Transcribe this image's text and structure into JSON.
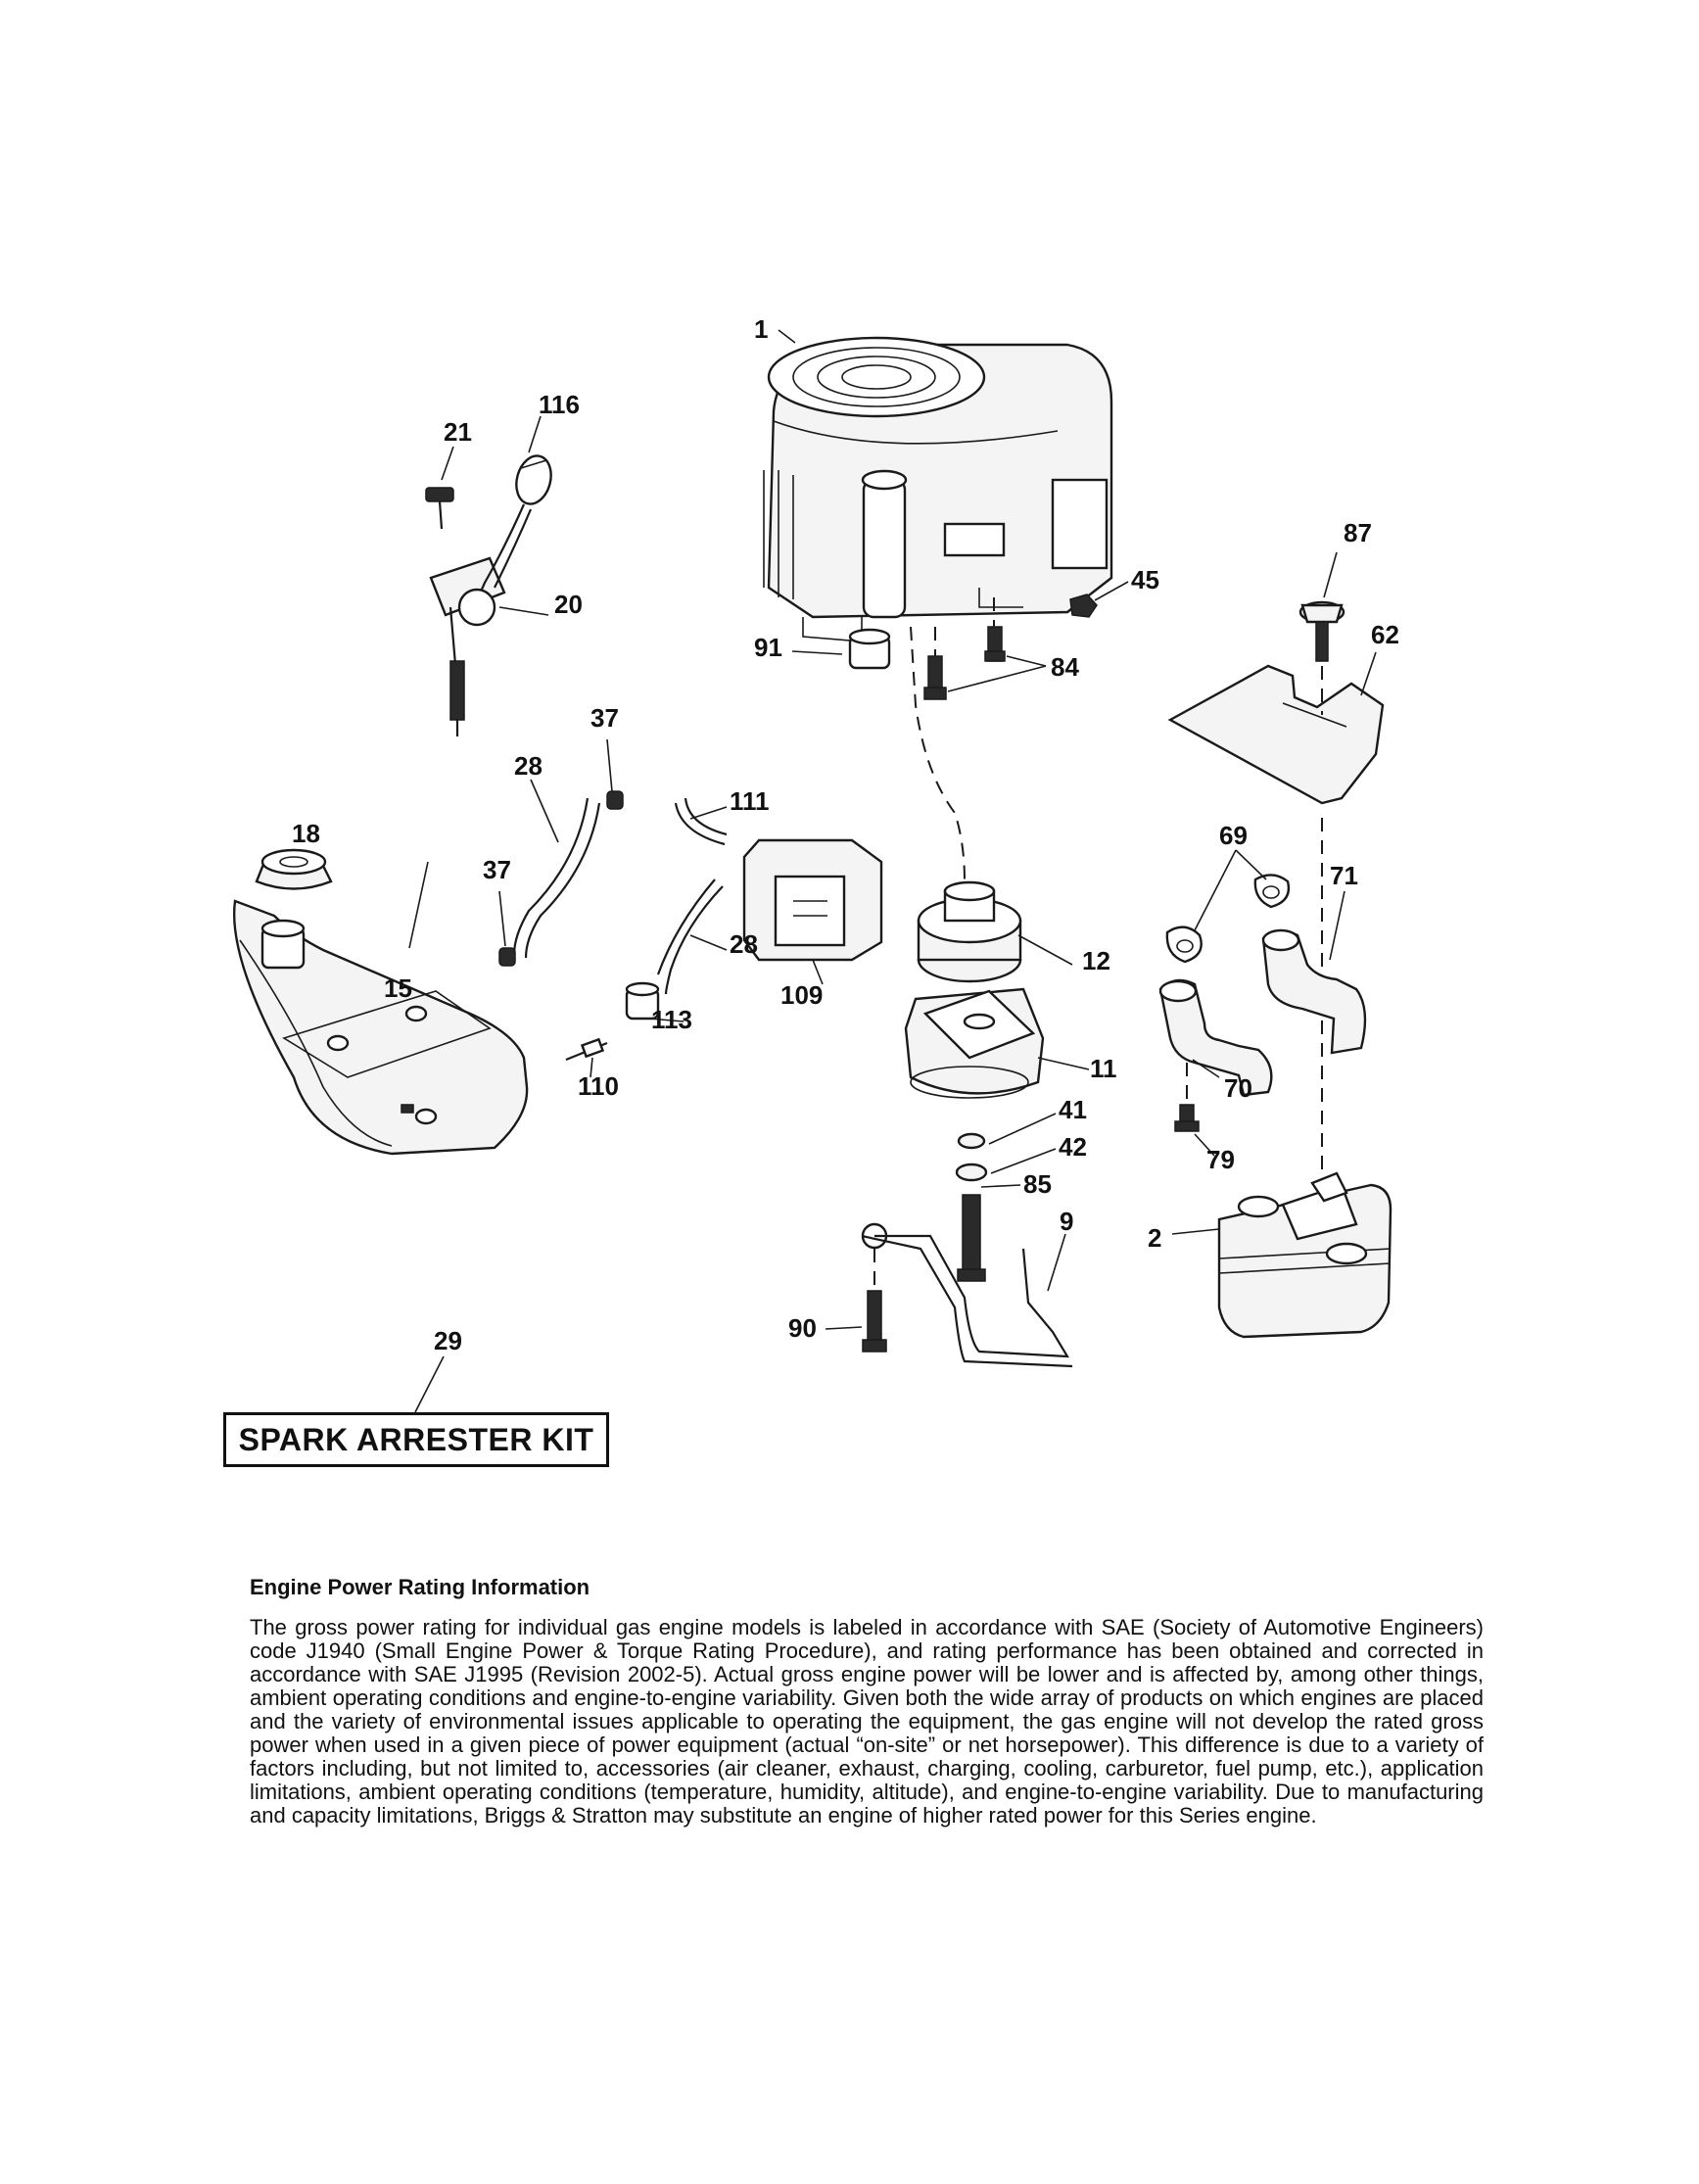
{
  "diagram": {
    "callouts": [
      "1",
      "2",
      "9",
      "11",
      "12",
      "15",
      "18",
      "20",
      "21",
      "28",
      "28",
      "29",
      "37",
      "37",
      "41",
      "42",
      "45",
      "62",
      "69",
      "70",
      "71",
      "79",
      "84",
      "85",
      "87",
      "90",
      "91",
      "109",
      "110",
      "111",
      "113",
      "116"
    ],
    "kit_label": "SPARK ARRESTER KIT"
  },
  "info": {
    "heading": "Engine Power Rating Information",
    "body": "The gross power rating for individual gas engine models is labeled in accordance with SAE (Society of Automotive Engineers) code J1940 (Small Engine Power & Torque Rating Procedure), and rating performance has been obtained and corrected in accordance with SAE J1995 (Revision 2002-5). Actual gross engine power will be lower and is affected by, among other things, ambient operating conditions and engine-to-engine variability. Given both the wide array of products on which engines are placed and the variety of environmental issues applicable to operating the equipment, the gas engine will not develop the rated gross power when used in a given piece of power equipment (actual “on-site” or net horsepower). This difference is due to a variety of factors including, but not limited to, accessories (air cleaner, exhaust, charging, cooling, carburetor, fuel pump, etc.), application limitations, ambient operating conditions (temperature, humidity, altitude), and engine-to-engine variability. Due to manufacturing and capacity limitations, Briggs & Stratton may substitute an engine of higher rated power for this Series engine."
  }
}
